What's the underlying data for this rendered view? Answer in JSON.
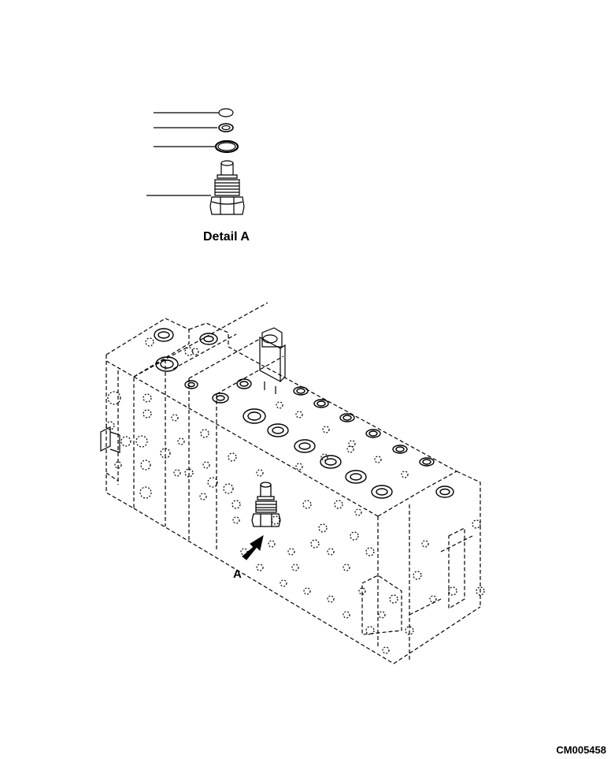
{
  "detail": {
    "title": "Detail A"
  },
  "view": {
    "arrow_label": "A"
  },
  "drawing": {
    "code": "CM005458"
  },
  "colors": {
    "line": "#000000",
    "background": "#ffffff"
  }
}
